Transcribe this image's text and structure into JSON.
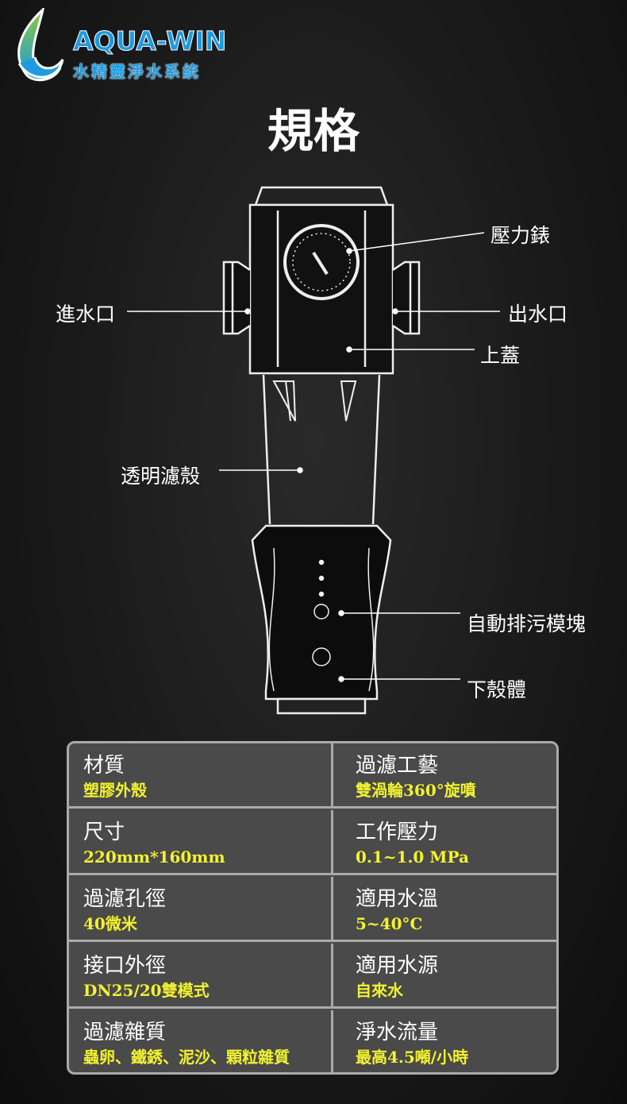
{
  "logo": {
    "brand": "AQUA-WIN",
    "subtitle": "水精靈淨水系統"
  },
  "title": "規格",
  "labels": {
    "pressure_gauge": "壓力錶",
    "inlet": "進水口",
    "outlet": "出水口",
    "top_cover": "上蓋",
    "clear_housing": "透明濾殼",
    "auto_flush_module": "自動排污模塊",
    "lower_housing": "下殼體"
  },
  "specs": [
    {
      "left": {
        "key": "材質",
        "value": "塑膠外殼"
      },
      "right": {
        "key": "過濾工藝",
        "value": "雙渦輪360°旋噴"
      }
    },
    {
      "left": {
        "key": "尺寸",
        "value": "220mm*160mm"
      },
      "right": {
        "key": "工作壓力",
        "value": "0.1~1.0 MPa"
      }
    },
    {
      "left": {
        "key": "過濾孔徑",
        "value": "40微米"
      },
      "right": {
        "key": "適用水溫",
        "value": "5~40°C"
      }
    },
    {
      "left": {
        "key": "接口外徑",
        "value": "DN25/20雙模式"
      },
      "right": {
        "key": "適用水源",
        "value": "自來水"
      }
    },
    {
      "left": {
        "key": "過濾雜質",
        "value": "蟲卵、鐵銹、泥沙、顆粒雜質"
      },
      "right": {
        "key": "淨水流量",
        "value": "最高4.5噸/小時"
      }
    }
  ]
}
